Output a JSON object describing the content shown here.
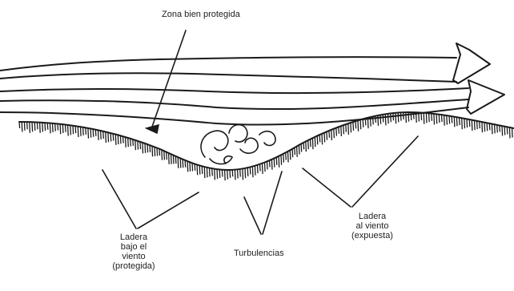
{
  "labels": {
    "protected_zone": "Zona bien protegida",
    "leeward_slope": [
      "Ladera",
      "bajo el",
      "viento",
      "(protegida)"
    ],
    "turbulence": "Turbulencias",
    "windward_slope": [
      "Ladera",
      "al viento",
      "(expuesta)"
    ]
  },
  "colors": {
    "ink": "#1a1a1a",
    "background": "#ffffff"
  }
}
